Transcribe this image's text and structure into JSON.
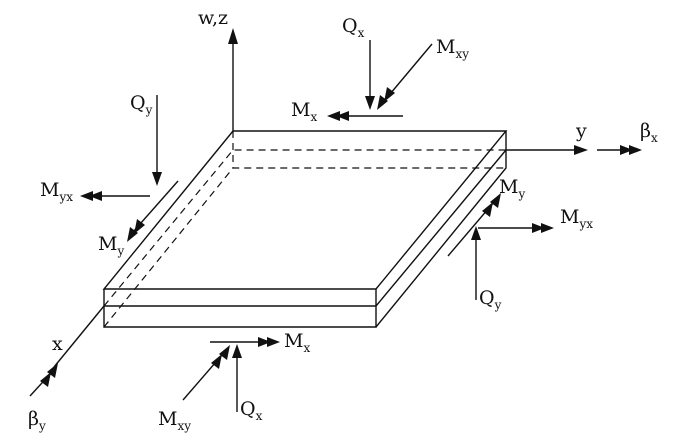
{
  "labels": {
    "wz": "w,z",
    "y": "y",
    "x": "x",
    "Q_main": "Q",
    "M_main": "M",
    "beta": "β",
    "sub_x": "x",
    "sub_y": "y",
    "sub_xy": "xy",
    "sub_yx": "yx"
  }
}
